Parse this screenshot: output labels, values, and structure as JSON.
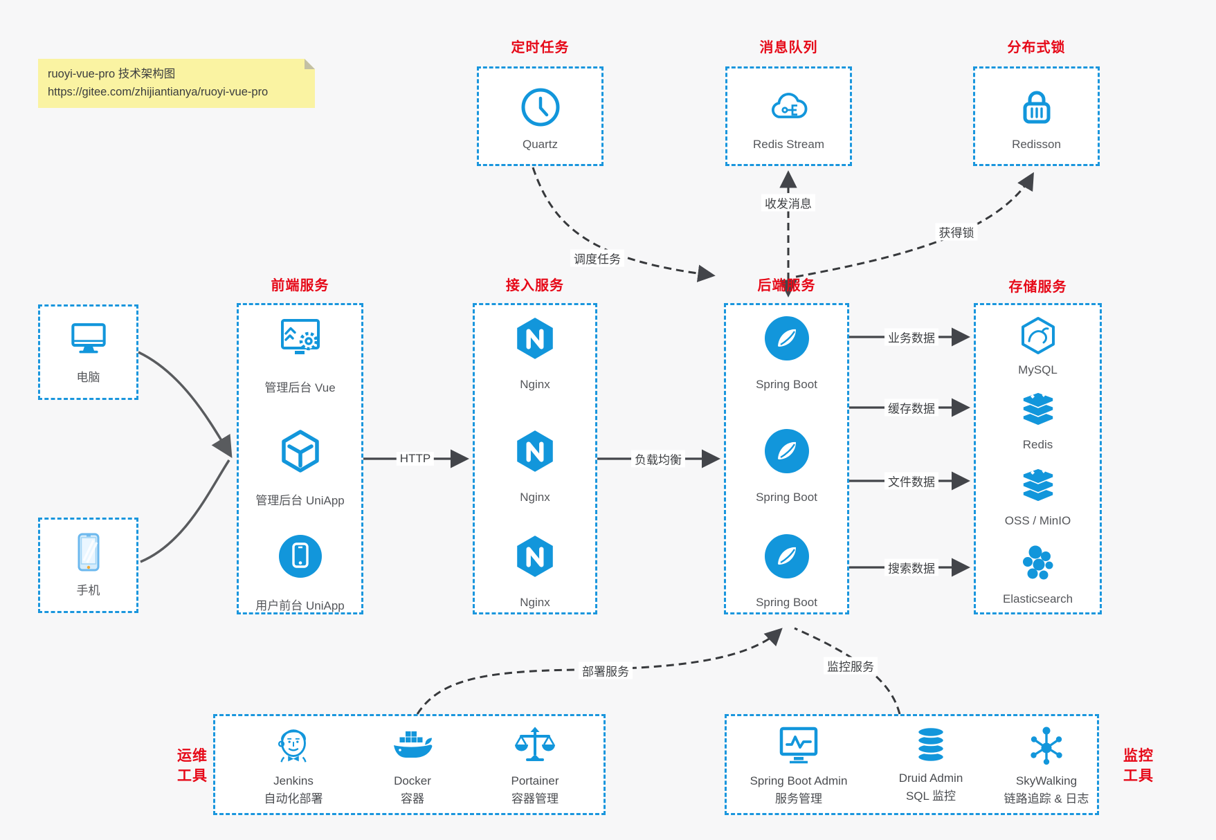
{
  "note": {
    "line1": "ruoyi-vue-pro 技术架构图",
    "line2": "https://gitee.com/zhijiantianya/ruoyi-vue-pro"
  },
  "groups": {
    "scheduled": {
      "title": "定时任务",
      "item": {
        "label": "Quartz",
        "icon": "clock-icon"
      }
    },
    "mq": {
      "title": "消息队列",
      "item": {
        "label": "Redis Stream",
        "icon": "cloud-circuit-icon"
      }
    },
    "lock": {
      "title": "分布式锁",
      "item": {
        "label": "Redisson",
        "icon": "padlock-icon"
      }
    },
    "clients": {
      "pc": {
        "label": "电脑",
        "icon": "desktop-icon"
      },
      "mobile": {
        "label": "手机",
        "icon": "smartphone-icon"
      }
    },
    "frontend": {
      "title": "前端服务",
      "items": [
        {
          "label": "管理后台 Vue"
        },
        {
          "label": "管理后台 UniApp"
        },
        {
          "label": "用户前台 UniApp"
        }
      ]
    },
    "gateway": {
      "title": "接入服务",
      "items": [
        {
          "label": "Nginx"
        },
        {
          "label": "Nginx"
        },
        {
          "label": "Nginx"
        }
      ]
    },
    "backend": {
      "title": "后端服务",
      "items": [
        {
          "label": "Spring Boot"
        },
        {
          "label": "Spring Boot"
        },
        {
          "label": "Spring Boot"
        }
      ]
    },
    "storage": {
      "title": "存储服务",
      "items": [
        {
          "label": "MySQL"
        },
        {
          "label": "Redis"
        },
        {
          "label": "OSS / MinIO"
        },
        {
          "label": "Elasticsearch"
        }
      ]
    },
    "ops": {
      "title_line1": "运维",
      "title_line2": "工具",
      "items": [
        {
          "name": "Jenkins",
          "desc": "自动化部署"
        },
        {
          "name": "Docker",
          "desc": "容器"
        },
        {
          "name": "Portainer",
          "desc": "容器管理"
        }
      ]
    },
    "monitoring": {
      "title_line1": "监控",
      "title_line2": "工具",
      "items": [
        {
          "name": "Spring Boot Admin",
          "desc": "服务管理"
        },
        {
          "name": "Druid Admin",
          "desc": "SQL 监控"
        },
        {
          "name": "SkyWalking",
          "desc": "链路追踪 & 日志"
        }
      ]
    }
  },
  "edges": {
    "http": "HTTP",
    "load_balance": "负载均衡",
    "biz_data": "业务数据",
    "cache_data": "缓存数据",
    "file_data": "文件数据",
    "search_data": "搜索数据",
    "schedule": "调度任务",
    "message": "收发消息",
    "acquire_lock": "获得锁",
    "deploy": "部署服务",
    "monitor": "监控服务"
  },
  "colors": {
    "accent_blue": "#1296db",
    "dashed_border": "#1a96dd",
    "title_red": "#e60918",
    "arrow_dark": "#43454a",
    "device_arrow_gray": "#595b5e",
    "note_bg": "#faf3a2",
    "page_bg": "#f7f7f8"
  }
}
